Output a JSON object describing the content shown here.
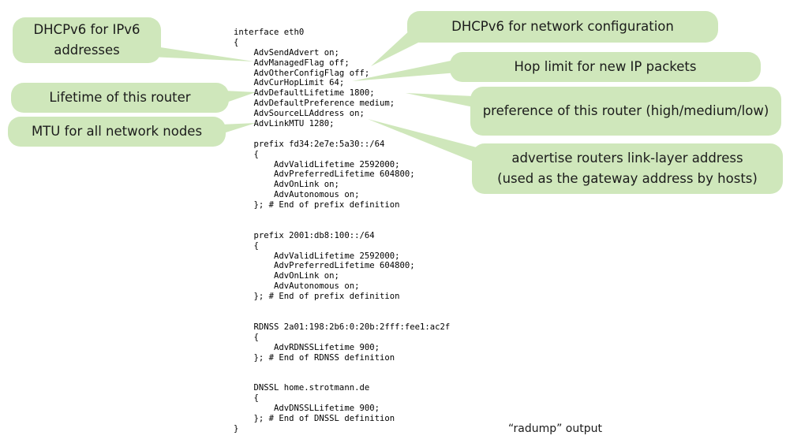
{
  "code": {
    "lines": [
      "interface eth0",
      "{",
      "    AdvSendAdvert on;",
      "    AdvManagedFlag off;",
      "    AdvOtherConfigFlag off;",
      "    AdvCurHopLimit 64;",
      "    AdvDefaultLifetime 1800;",
      "    AdvDefaultPreference medium;",
      "    AdvSourceLLAddress on;",
      "    AdvLinkMTU 1280;",
      "",
      "    prefix fd34:2e7e:5a30::/64",
      "    {",
      "        AdvValidLifetime 2592000;",
      "        AdvPreferredLifetime 604800;",
      "        AdvOnLink on;",
      "        AdvAutonomous on;",
      "    }; # End of prefix definition",
      "",
      "",
      "    prefix 2001:db8:100::/64",
      "    {",
      "        AdvValidLifetime 2592000;",
      "        AdvPreferredLifetime 604800;",
      "        AdvOnLink on;",
      "        AdvAutonomous on;",
      "    }; # End of prefix definition",
      "",
      "",
      "    RDNSS 2a01:198:2b6:0:20b:2fff:fee1:ac2f",
      "    {",
      "        AdvRDNSSLifetime 900;",
      "    }; # End of RDNSS definition",
      "",
      "",
      "    DNSSL home.strotmann.de",
      "    {",
      "        AdvDNSSLLifetime 900;",
      "    }; # End of DNSSL definition",
      "}"
    ]
  },
  "callouts": {
    "dhcpv6_addresses": [
      "DHCPv6 for IPv6",
      "addresses"
    ],
    "dhcpv6_config": [
      "DHCPv6 for network configuration"
    ],
    "hop_limit": [
      "Hop limit for new IP packets"
    ],
    "router_lifetime": [
      "Lifetime of this router"
    ],
    "router_preference": [
      "preference of this router (high/medium/low)"
    ],
    "mtu": [
      "MTU for all network nodes"
    ],
    "link_layer_address": [
      "advertise routers link-layer address",
      "(used as the gateway address by hosts)"
    ]
  },
  "caption": "“radump” output",
  "colors": {
    "callout_fill": "#cfe7bb",
    "callout_text": "#1b1b1b",
    "code_text": "#000000"
  }
}
